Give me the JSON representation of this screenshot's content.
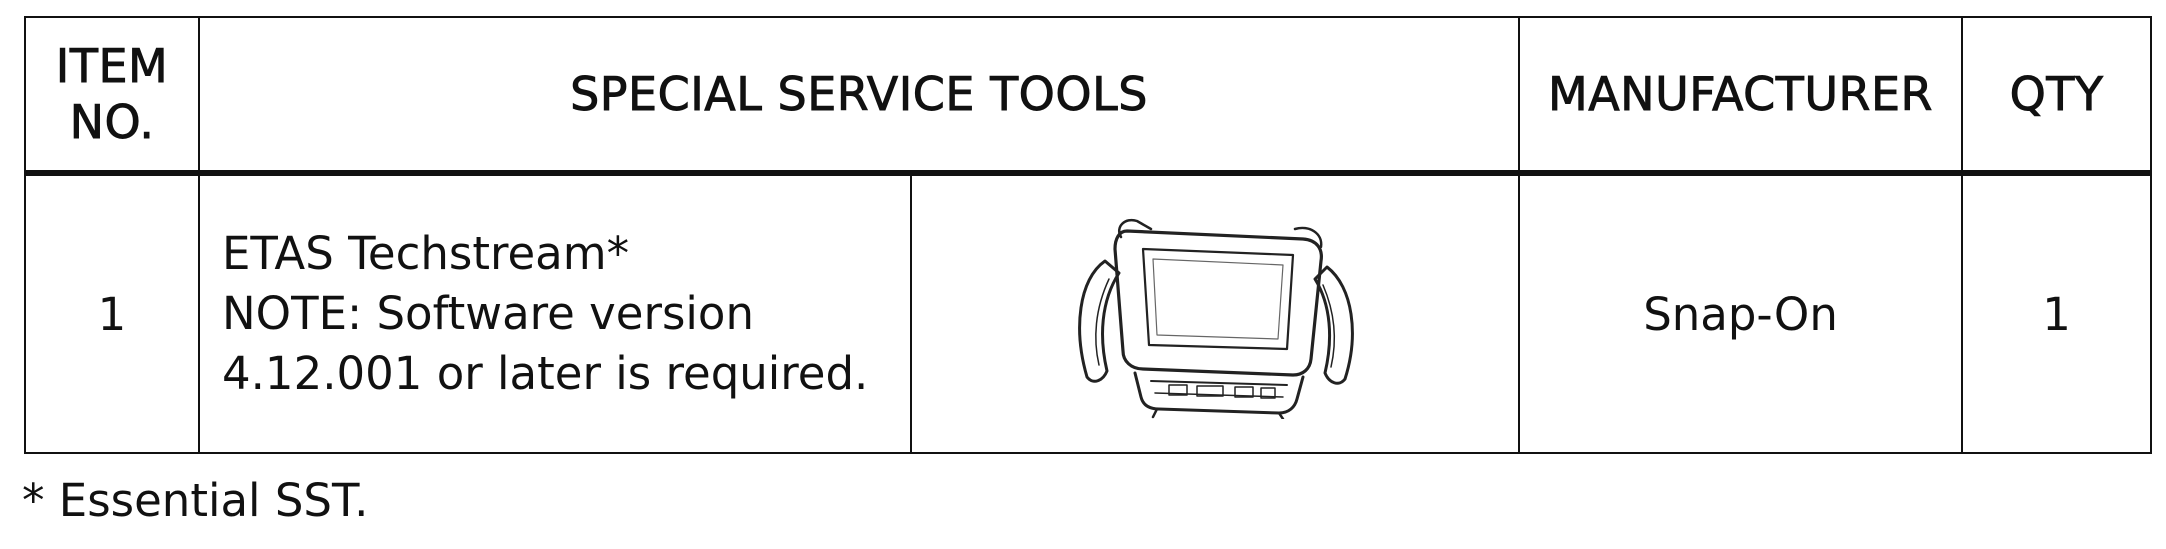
{
  "table": {
    "headers": {
      "item_no_line1": "ITEM",
      "item_no_line2": "NO.",
      "special_service_tools": "SPECIAL SERVICE TOOLS",
      "manufacturer": "MANUFACTURER",
      "qty": "QTY"
    },
    "rows": [
      {
        "item_no": "1",
        "description_lines": [
          "ETAS Techstream*",
          "NOTE: Software version",
          "4.12.001 or later is required."
        ],
        "image_icon": "diagnostic-tablet-icon",
        "manufacturer": "Snap-On",
        "qty": "1"
      }
    ]
  },
  "footnote": "* Essential SST."
}
